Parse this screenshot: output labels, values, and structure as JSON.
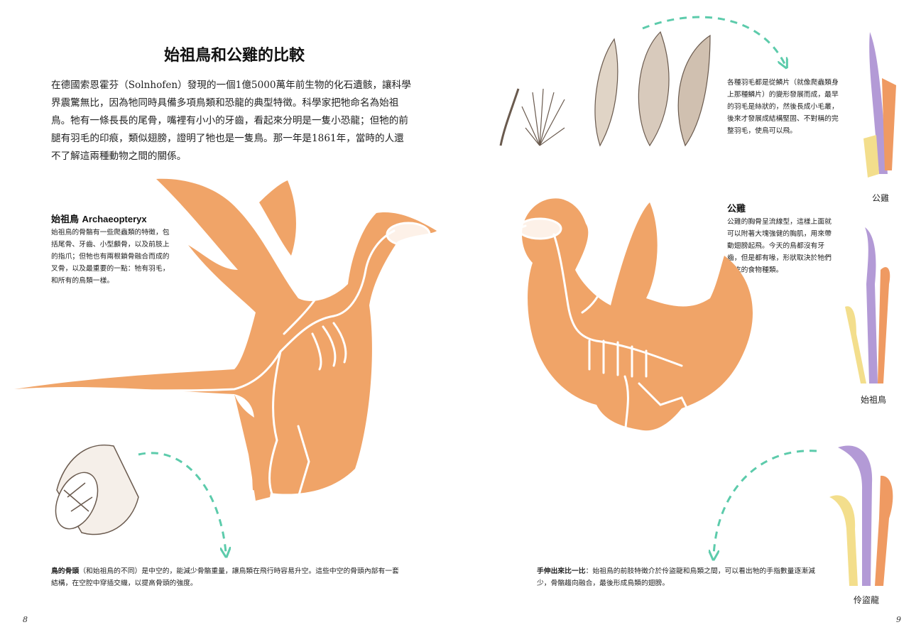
{
  "left_page": {
    "title": "始祖鳥和公雞的比較",
    "intro": "在德國索恩霍芬（Solnhofen）發現的一個1億5000萬年前生物的化石遺骸，讓科學界震驚無比，因為牠同時具備多項鳥類和恐龍的典型特徵。科學家把牠命名為始祖鳥。牠有一條長長的尾骨，嘴裡有小小的牙齒，看起來分明是一隻小恐龍；但牠的前腿有羽毛的印痕，類似翅膀，證明了牠也是一隻鳥。那一年是1861年，當時的人還不了解這兩種動物之間的關係。",
    "archaeopteryx": {
      "name_zh": "始祖鳥",
      "name_latin": "Archaeopteryx",
      "text": "始祖鳥的骨骼有一些爬蟲類的特徵，包括尾骨、牙齒、小型顱骨，以及前肢上的指爪；但牠也有兩根鎖骨融合而成的叉骨，以及最重要的一點：牠有羽毛，和所有的鳥類一樣。"
    },
    "bone_caption": {
      "bold": "鳥的骨頭",
      "text": "（和始祖鳥的不同）是中空的，能減少骨骼重量，讓鳥類在飛行時容易升空。這些中空的骨頭內部有一套結構，在空腔中穿插交織，以提高骨頭的強度。"
    },
    "page_number": "8"
  },
  "right_page": {
    "feathers_caption": "各種羽毛都是從鱗片（就像爬蟲類身上那種鱗片）的變形發展而成，最早的羽毛是絲狀的，然後長成小毛叢，後來才發展成結構堅固、不對稱的完整羽毛，使鳥可以飛。",
    "rooster": {
      "name": "公雞",
      "text": "公雞的胸骨呈流線型，這樣上面就可以附著大塊強健的胸肌，用來帶動翅膀起飛。今天的鳥都沒有牙齒，但是都有喙，形狀取決於牠們所吃的食物種類。"
    },
    "hands_caption": {
      "bold": "手伸出來比一比",
      "text": "：始祖鳥的前肢特徵介於伶盜龍和鳥類之間，可以看出牠的手指數量逐漸減少，骨骼趨向融合，最後形成鳥類的翅膀。"
    },
    "hand_labels": [
      "公雞",
      "始祖鳥",
      "伶盜龍"
    ],
    "page_number": "9"
  },
  "colors": {
    "silhouette": "#f0a468",
    "arrow": "#5ccbab",
    "bone_purple": "#b39ad6",
    "bone_orange": "#ef9a62",
    "bone_yellow": "#f3de8c"
  }
}
